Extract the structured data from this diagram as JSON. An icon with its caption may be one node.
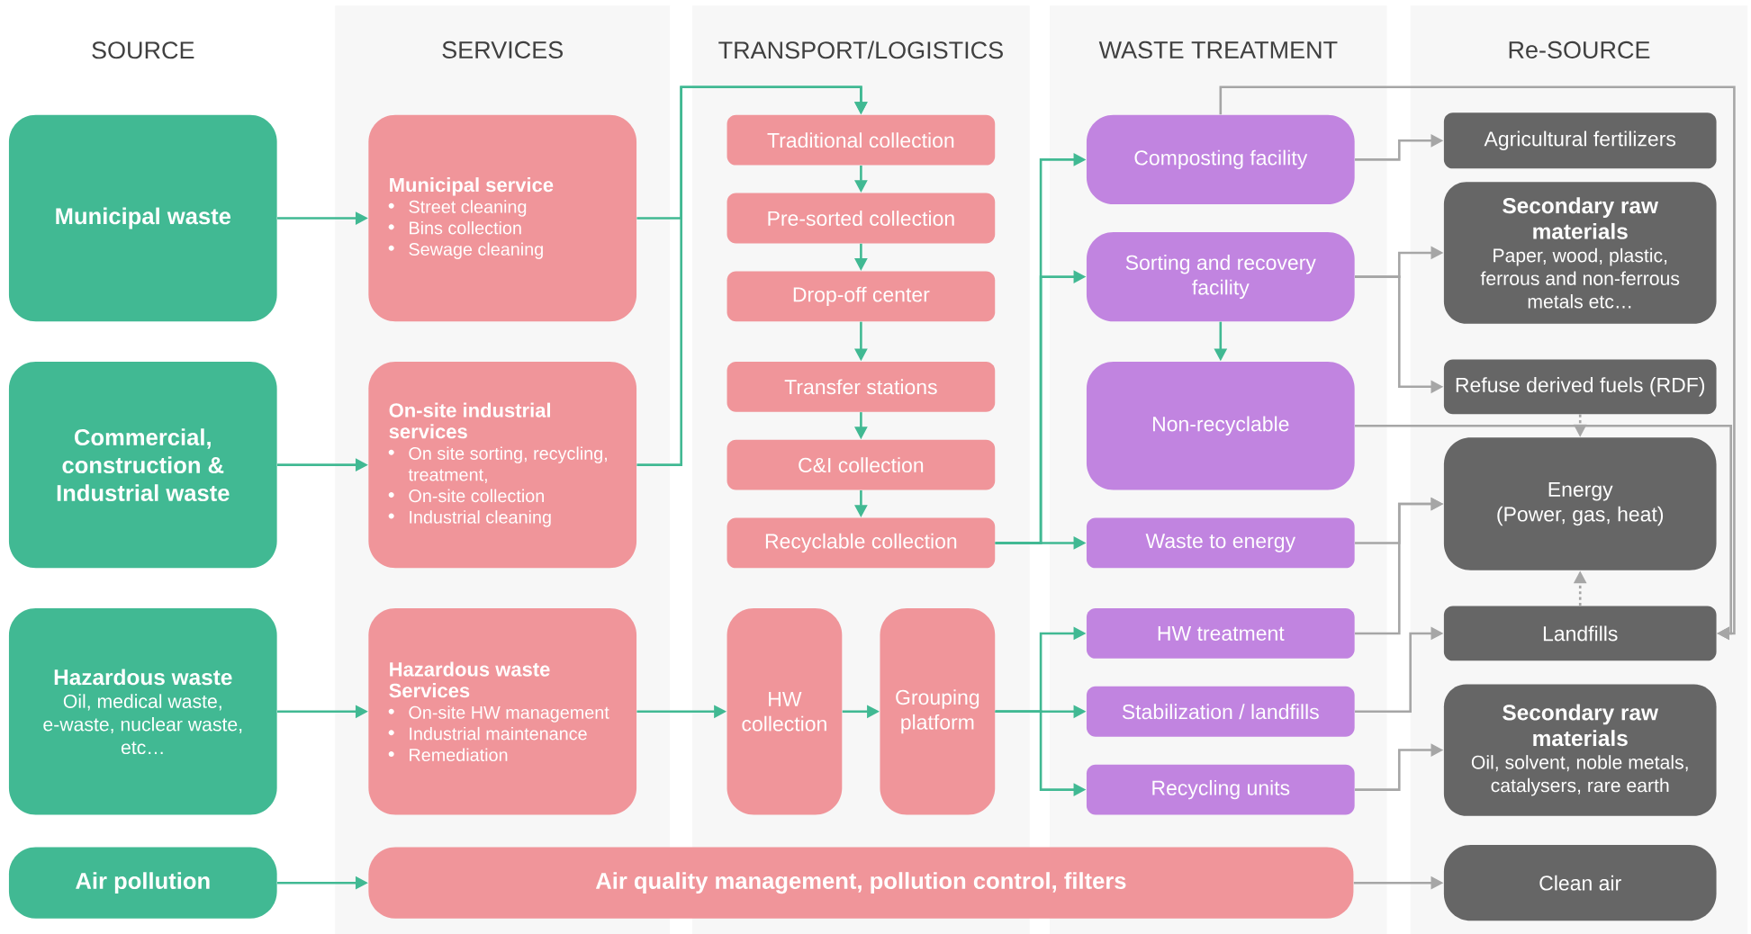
{
  "diagram": {
    "nodes": [
      {
        "text": [
          "SERVICES"
        ]
      },
      {
        "text": [
          "TRANSPORT/LOGISTICS"
        ]
      },
      {
        "text": [
          "WASTE TREATMENT"
        ]
      },
      {
        "text": [
          "Re-SOURCE"
        ]
      },
      {
        "text": [
          "Municipal waste"
        ]
      },
      {
        "text": [
          "Commercial, construction & Industrial waste"
        ]
      },
      {
        "text": [
          "Hazardous waste",
          "Oil, medical waste, e-waste, nuclear waste, etc…"
        ]
      },
      {
        "text": [
          "Air pollution"
        ]
      },
      {
        "text": [
          "Municipal service",
          "Street cleaning",
          "Bins collection",
          "Sewage cleaning"
        ],
        "in": 0
      },
      {
        "text": [
          "On-site industrial services",
          "On site sorting, recycling, treatment,",
          "On-site collection",
          "Industrial cleaning"
        ],
        "in": 0
      },
      {
        "text": [
          "Hazardous waste Services",
          "On-site HW management",
          "Industrial maintenance",
          "Remediation"
        ],
        "in": 0
      },
      {
        "text": [
          "Air quality management, pollution control, filters"
        ]
      },
      {
        "text": [
          "Traditional collection"
        ],
        "in": 1
      },
      {
        "text": [
          "Pre-sorted collection"
        ],
        "in": 1
      },
      {
        "text": [
          "Drop-off center"
        ],
        "in": 1
      },
      {
        "text": [
          "Transfer stations"
        ],
        "in": 1
      },
      {
        "text": [
          "C&I collection"
        ],
        "in": 1
      },
      {
        "text": [
          "Recyclable collection"
        ],
        "in": 1
      },
      {
        "text": [
          "HW collection"
        ],
        "in": 1
      },
      {
        "text": [
          "Grouping platform"
        ],
        "in": 1
      },
      {
        "text": [
          "Composting facility"
        ],
        "in": 2
      },
      {
        "text": [
          "Sorting and recovery facility"
        ],
        "in": 2
      },
      {
        "text": [
          "Non-recyclable"
        ],
        "in": 2
      },
      {
        "text": [
          "Waste to energy"
        ],
        "in": 2
      },
      {
        "text": [
          "HW treatment"
        ],
        "in": 2
      },
      {
        "text": [
          "Stabilization / landfills"
        ],
        "in": 2
      },
      {
        "text": [
          "Recycling units"
        ],
        "in": 2
      },
      {
        "text": [
          "Agricultural fertilizers"
        ],
        "in": 3
      },
      {
        "text": [
          "Secondary raw materials",
          "Paper, wood, plastic, ferrous and non-ferrous metals etc…"
        ],
        "in": 3
      },
      {
        "text": [
          "Refuse derived fuels (RDF)"
        ],
        "in": 3
      },
      {
        "text": [
          "Energy",
          "(Power, gas, heat)"
        ],
        "in": 3
      },
      {
        "text": [
          "Landfills"
        ],
        "in": 3
      },
      {
        "text": [
          "Secondary raw materials",
          "Oil, solvent, noble metals, catalysers, rare earth"
        ],
        "in": 3
      },
      {
        "text": [
          "Clean air"
        ],
        "in": 3
      }
    ],
    "edges": [
      {
        "from": 4,
        "to": 8,
        "arrow": "to"
      },
      {
        "from": 5,
        "to": 9,
        "arrow": "to"
      },
      {
        "from": 6,
        "to": 10,
        "arrow": "to"
      },
      {
        "from": 7,
        "to": 11,
        "arrow": "to"
      },
      {
        "from": 8,
        "to": 12,
        "arrow": "to"
      },
      {
        "from": 9,
        "to": 12,
        "arrow": "to"
      },
      {
        "from": 12,
        "to": 13,
        "arrow": "to"
      },
      {
        "from": 13,
        "to": 14,
        "arrow": "to"
      },
      {
        "from": 14,
        "to": 15,
        "arrow": "to"
      },
      {
        "from": 15,
        "to": 16,
        "arrow": "to"
      },
      {
        "from": 16,
        "to": 17,
        "arrow": "to"
      },
      {
        "from": 17,
        "to": 20,
        "arrow": "to"
      },
      {
        "from": 17,
        "to": 21,
        "arrow": "to"
      },
      {
        "from": 17,
        "to": 23,
        "arrow": "to"
      },
      {
        "from": 21,
        "to": 22,
        "arrow": "to"
      },
      {
        "from": 10,
        "to": 18,
        "arrow": "to"
      },
      {
        "from": 18,
        "to": 19,
        "arrow": "to"
      },
      {
        "from": 19,
        "to": 24,
        "arrow": "to"
      },
      {
        "from": 19,
        "to": 25,
        "arrow": "to"
      },
      {
        "from": 19,
        "to": 26,
        "arrow": "to"
      },
      {
        "from": 20,
        "to": 27,
        "arrow": "to",
        "color": "#a6a6a6"
      },
      {
        "from": 20,
        "to": 31,
        "arrow": "to",
        "color": "#a6a6a6"
      },
      {
        "from": 21,
        "to": 28,
        "arrow": "to",
        "color": "#a6a6a6"
      },
      {
        "from": 21,
        "to": 29,
        "arrow": "to",
        "color": "#a6a6a6"
      },
      {
        "from": 22,
        "to": 31,
        "arrow": "to",
        "color": "#a6a6a6"
      },
      {
        "from": 29,
        "to": 30,
        "arrow": "to",
        "style": "dashed",
        "color": "#a6a6a6"
      },
      {
        "from": 23,
        "to": 30,
        "arrow": "to",
        "color": "#a6a6a6"
      },
      {
        "from": 24,
        "to": 30,
        "arrow": "to",
        "color": "#a6a6a6"
      },
      {
        "from": 31,
        "to": 30,
        "arrow": "to",
        "style": "dashed",
        "color": "#a6a6a6"
      },
      {
        "from": 25,
        "to": 31,
        "arrow": "to",
        "color": "#a6a6a6"
      },
      {
        "from": 26,
        "to": 32,
        "arrow": "to",
        "color": "#a6a6a6"
      },
      {
        "from": 11,
        "to": 33,
        "arrow": "to",
        "color": "#a6a6a6"
      }
    ],
    "labels": [
      "SOURCE"
    ]
  }
}
